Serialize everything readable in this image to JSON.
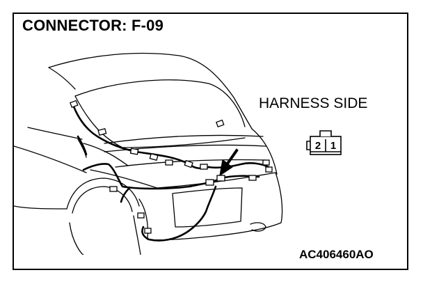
{
  "title": "CONNECTOR: F-09",
  "view_label": "HARNESS SIDE",
  "connector_face": {
    "pins": [
      "2",
      "1"
    ]
  },
  "figure_code": "AC406460AO",
  "icons": [
    "car-rear-illustration-icon",
    "pointer-arrow-icon",
    "connector-face-icon"
  ]
}
